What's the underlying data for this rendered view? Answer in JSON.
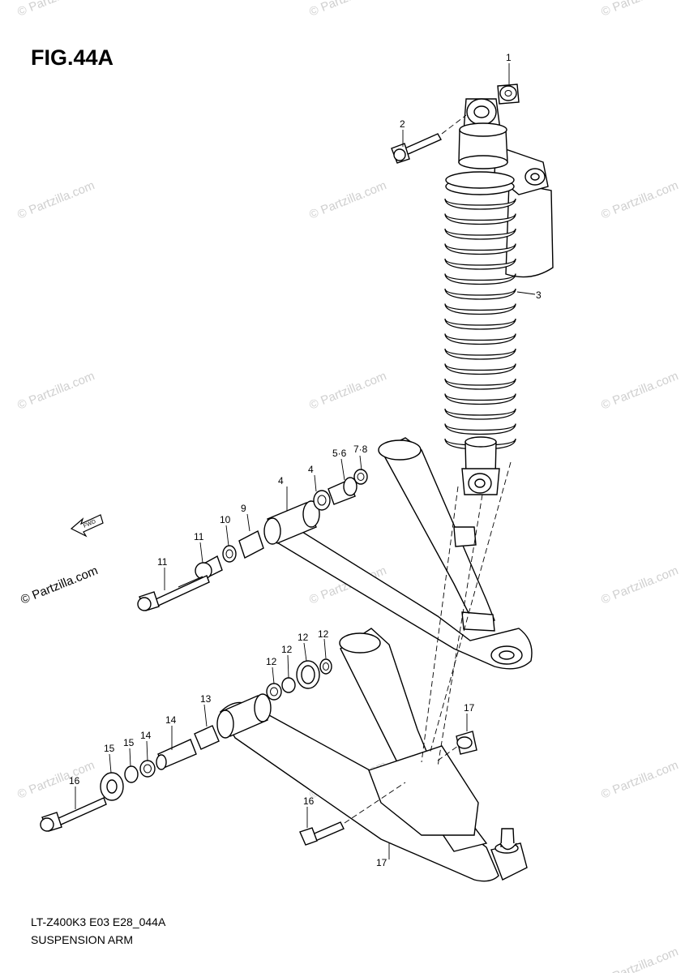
{
  "figure": {
    "title": "FIG.44A",
    "code": "LT-Z400K3 E03 E28_044A",
    "caption": "SUSPENSION ARM",
    "forward_label": "FWD"
  },
  "watermark": {
    "text": "© Partzilla.com",
    "prominent_text": "© Partzilla.com",
    "color": "#cfcfcf"
  },
  "callouts": [
    "1",
    "2",
    "3",
    "4",
    "4",
    "5·6",
    "7·8",
    "9",
    "10",
    "11",
    "11",
    "12",
    "12",
    "12",
    "12",
    "13",
    "14",
    "14",
    "15",
    "15",
    "16",
    "16",
    "17",
    "17"
  ]
}
